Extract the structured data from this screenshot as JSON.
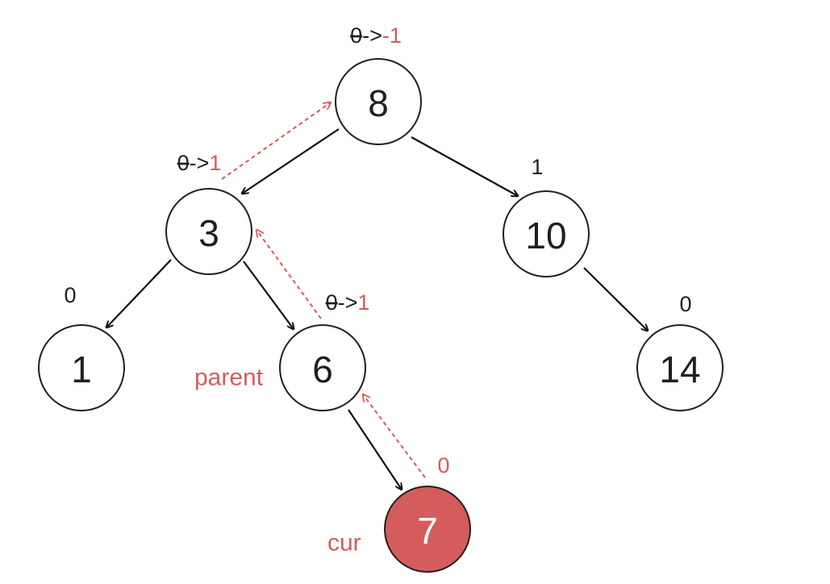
{
  "colors": {
    "accent": "#d45c5c",
    "stroke": "#1f1f1f",
    "background": "#ffffff"
  },
  "nodes": [
    {
      "id": "n8",
      "value": "8"
    },
    {
      "id": "n3",
      "value": "3"
    },
    {
      "id": "n10",
      "value": "10"
    },
    {
      "id": "n1",
      "value": "1"
    },
    {
      "id": "n6",
      "value": "6"
    },
    {
      "id": "n14",
      "value": "14"
    },
    {
      "id": "n7",
      "value": "7"
    }
  ],
  "balance_factors": {
    "n8": {
      "old": "0",
      "arrow": "->",
      "new": "-1"
    },
    "n3": {
      "old": "0",
      "arrow": "->",
      "new": "1"
    },
    "n10": {
      "value": "1"
    },
    "n1": {
      "value": "0"
    },
    "n6": {
      "old": "0",
      "arrow": "->",
      "new": "1"
    },
    "n14": {
      "value": "0"
    },
    "n7": {
      "value": "0"
    }
  },
  "pointers": {
    "parent": "parent",
    "cur": "cur"
  }
}
